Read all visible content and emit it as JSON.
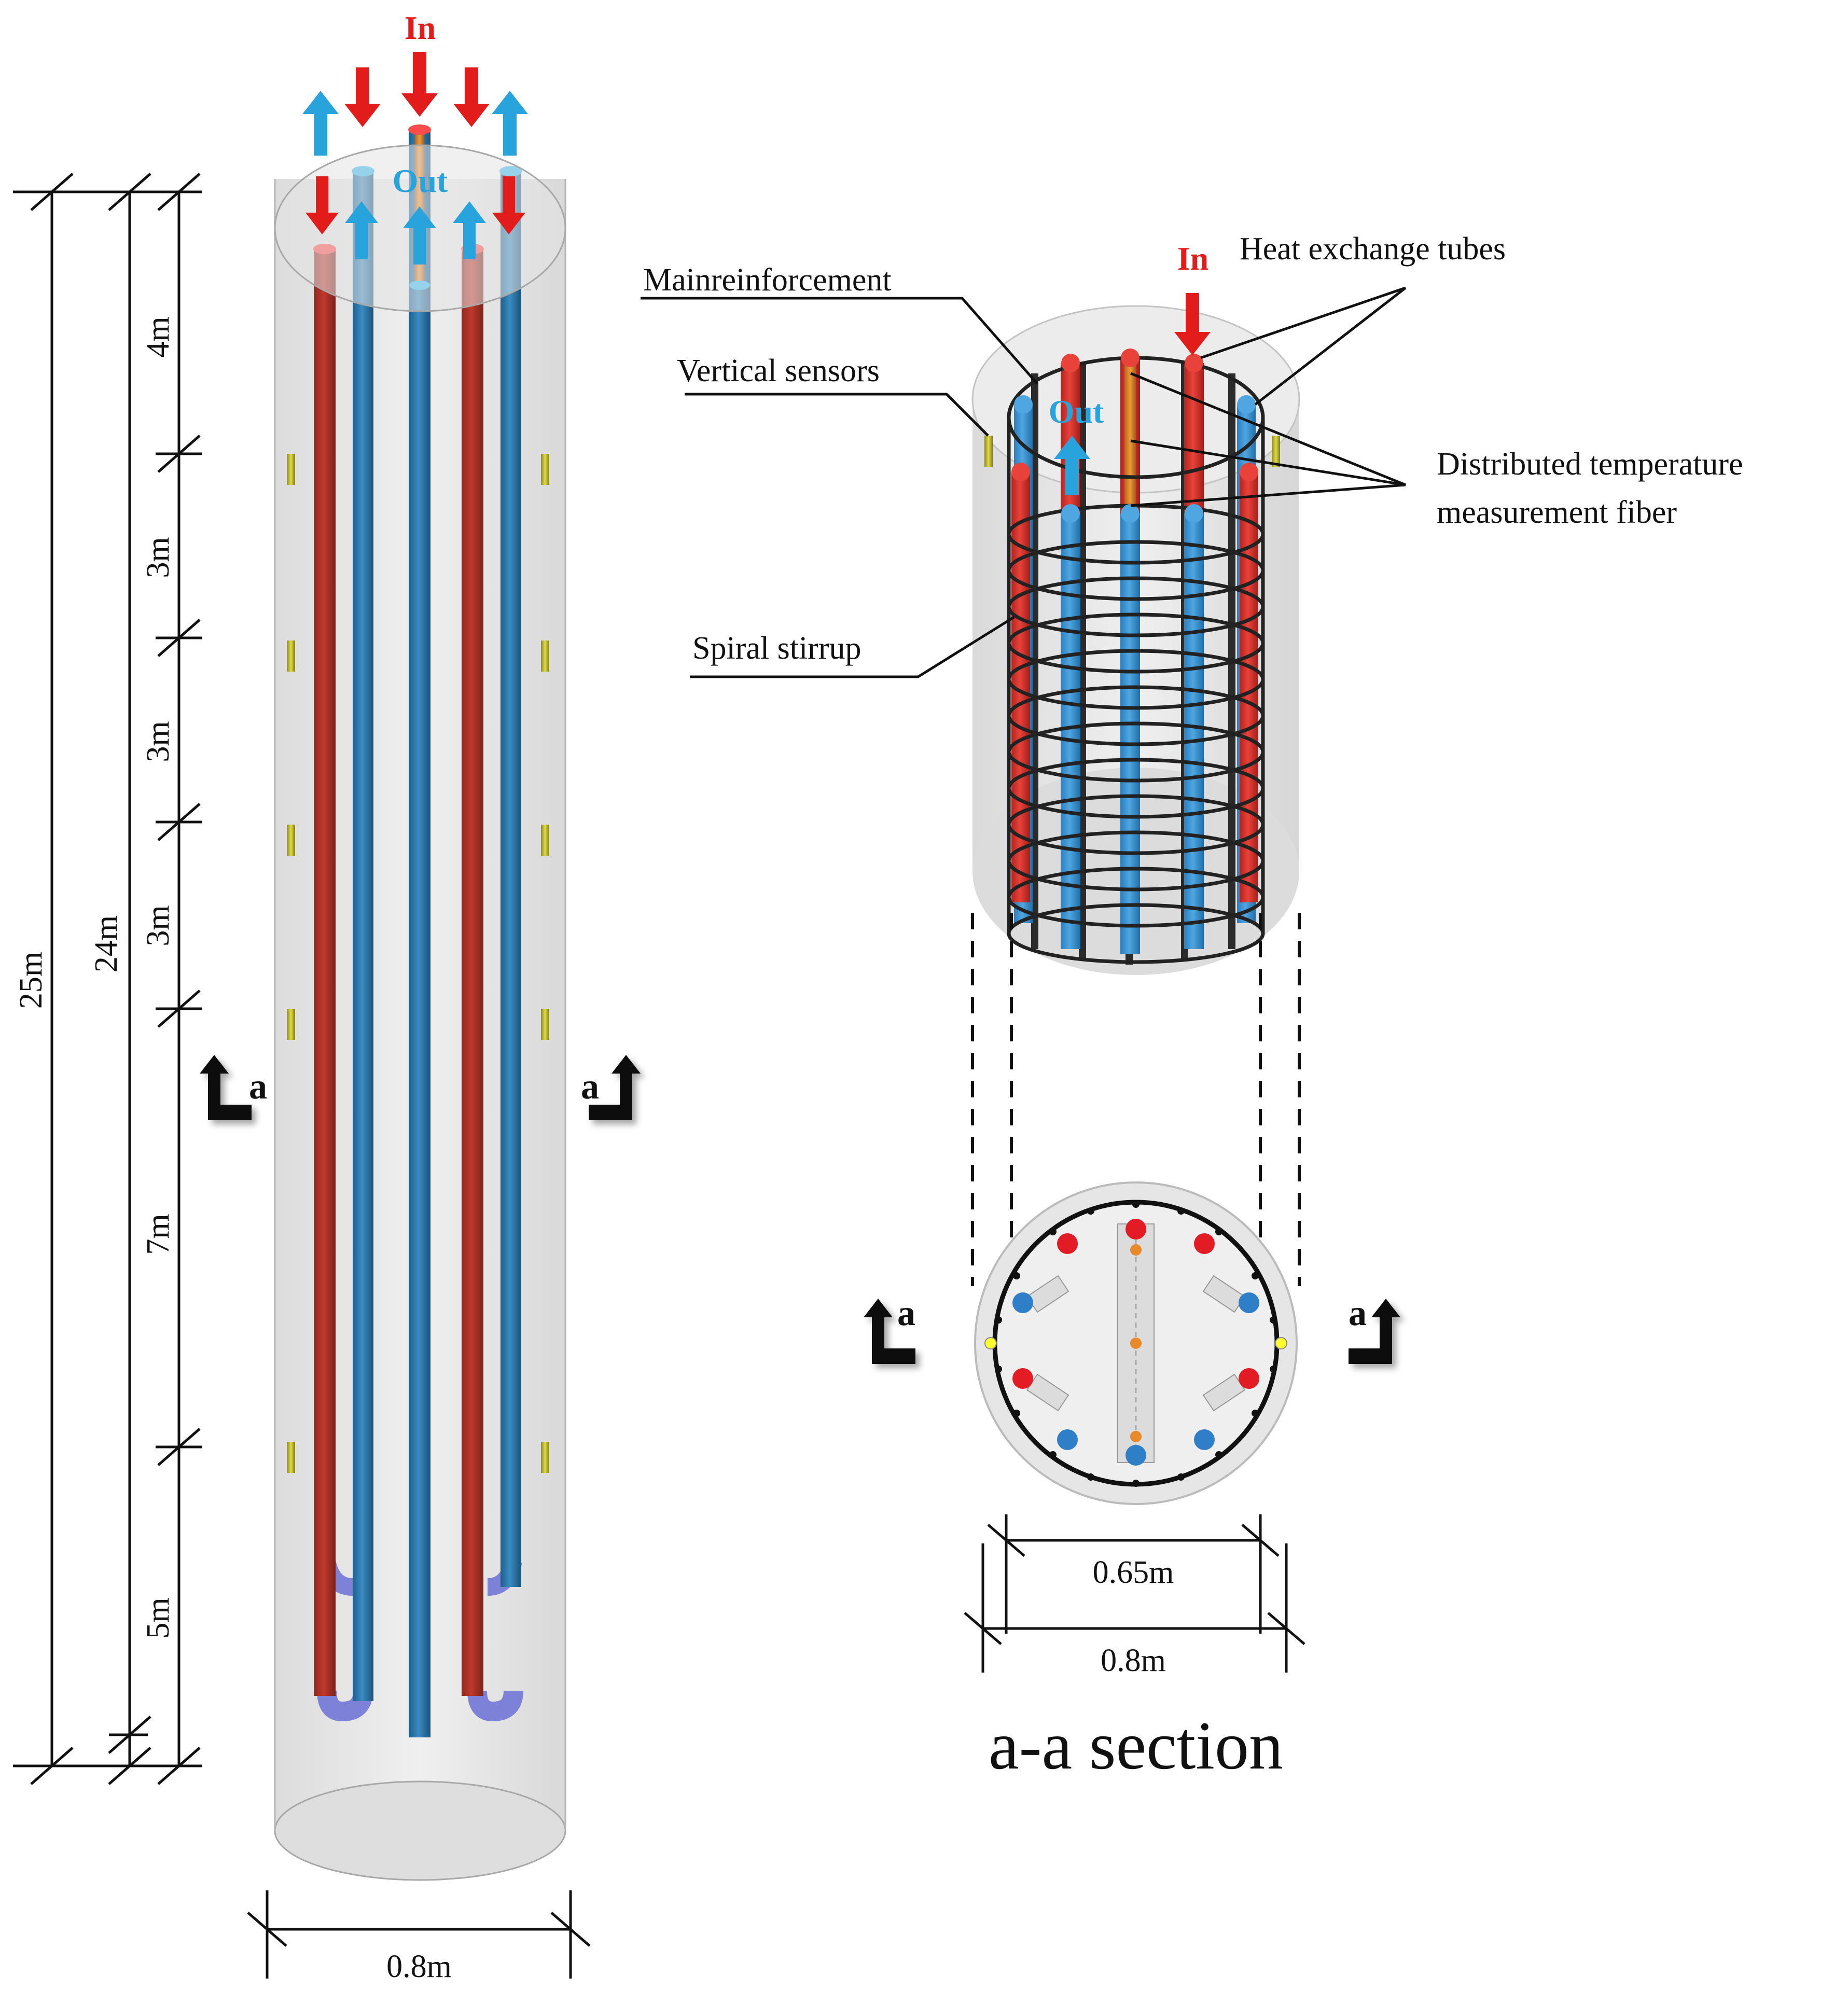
{
  "left_pile": {
    "in_label": "In",
    "out_label": "Out",
    "total_length": "25m",
    "embedded_length": "24m",
    "segments": [
      "4m",
      "3m",
      "3m",
      "3m",
      "7m",
      "5m"
    ],
    "diameter": "0.8m",
    "section_marker": "a"
  },
  "right_view": {
    "in_label": "In",
    "out_label": "Out",
    "labels": {
      "main_reinforcement": "Mainreinforcement",
      "vertical_sensors": "Vertical sensors",
      "heat_exchange_tubes": "Heat exchange tubes",
      "fiber_line1": "Distributed temperature",
      "fiber_line2": "measurement fiber",
      "spiral_stirrup": "Spiral stirrup"
    }
  },
  "section": {
    "marker": "a",
    "inner_diameter": "0.65m",
    "outer_diameter": "0.8m",
    "title": "a-a section"
  },
  "colors": {
    "inlet_tube": "#c0392b",
    "outlet_tube": "#2e86c1",
    "inlet_arrow": "#e21b1b",
    "outlet_arrow": "#29a3dc",
    "concrete": "#e6e6e6",
    "sensor": "#d4cf3a",
    "fiber": "#e0892c"
  }
}
